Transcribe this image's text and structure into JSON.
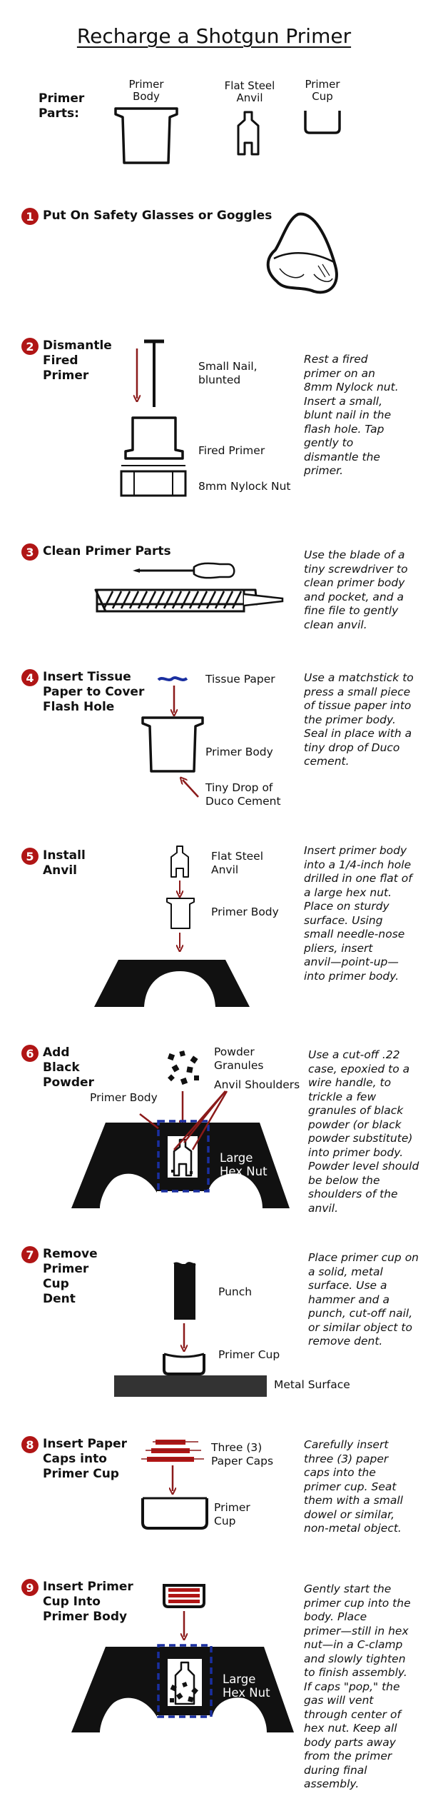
{
  "title": "Recharge a Shotgun Primer",
  "parts": {
    "label": "Primer\nParts:",
    "items": [
      {
        "name": "Primer\nBody"
      },
      {
        "name": "Flat Steel\nAnvil"
      },
      {
        "name": "Primer\nCup"
      }
    ]
  },
  "steps": [
    {
      "number": "1",
      "title": "Put On Safety Glasses or Goggles"
    },
    {
      "number": "2",
      "title": "Dismantle\nFired\nPrimer",
      "labels": {
        "nail": "Small Nail,\nblunted",
        "primer": "Fired Primer",
        "nut": "8mm Nylock Nut"
      },
      "description": "Rest a fired\nprimer on an\n8mm Nylock nut.\nInsert a small,\nblunt nail in the\nflash hole. Tap\ngently to\ndismantle the\nprimer."
    },
    {
      "number": "3",
      "title": "Clean Primer Parts",
      "description": "Use the blade of a\ntiny screwdriver to\nclean primer body\nand pocket, and a\nfine file to gently\nclean anvil."
    },
    {
      "number": "4",
      "title": "Insert Tissue\nPaper to Cover\nFlash Hole",
      "labels": {
        "tissue": "Tissue Paper",
        "body": "Primer Body",
        "cement": "Tiny Drop of\nDuco Cement"
      },
      "description": "Use a matchstick to\npress a small piece\nof tissue paper into\nthe primer body.\nSeal in place with a\ntiny drop of Duco\ncement."
    },
    {
      "number": "5",
      "title": "Install\nAnvil",
      "labels": {
        "anvil": "Flat Steel\nAnvil",
        "body": "Primer Body"
      },
      "description": "Insert primer body\ninto a 1/4-inch hole\ndrilled in one flat of\na large hex nut.\nPlace on sturdy\nsurface. Using\nsmall needle-nose\npliers, insert\nanvil—point-up—\ninto primer body."
    },
    {
      "number": "6",
      "title": "Add\nBlack\nPowder",
      "labels": {
        "granules": "Powder\nGranules",
        "shoulders": "Anvil Shoulders",
        "body": "Primer Body",
        "hex": "Large\nHex Nut"
      },
      "description": "Use a cut-off .22\ncase, epoxied to a\nwire handle, to\ntrickle a few\ngranules of black\npowder (or black\npowder substitute)\ninto primer body.\nPowder level should\nbe below the\nshoulders of the\nanvil."
    },
    {
      "number": "7",
      "title": "Remove\nPrimer\nCup\nDent",
      "labels": {
        "punch": "Punch",
        "cup": "Primer Cup",
        "surface": "Metal Surface"
      },
      "description": "Place primer cup on\na solid, metal\nsurface. Use a\nhammer and a\npunch, cut-off nail,\nor similar object to\nremove dent."
    },
    {
      "number": "8",
      "title": "Insert Paper\nCaps into\nPrimer Cup",
      "labels": {
        "caps": "Three (3)\nPaper Caps",
        "cup": "Primer\nCup"
      },
      "description": "Carefully insert\nthree (3) paper\ncaps into the\nprimer cup. Seat\nthem with a small\ndowel or similar,\nnon-metal object."
    },
    {
      "number": "9",
      "title": "Insert Primer\nCup Into\nPrimer Body",
      "labels": {
        "hex": "Large\nHex Nut"
      },
      "description": "Gently start the\nprimer cup into the\nbody. Place\nprimer—still in hex\nnut—in a C-clamp\nand slowly tighten\nto finish assembly.\nIf caps \"pop,\" the\ngas will vent\nthrough center of\nhex nut. Keep all\nbody parts away\nfrom the primer\nduring final\nassembly."
    }
  ],
  "colors": {
    "accent": "#b01515",
    "arrow": "#8b1a1a",
    "dash": "#1a2fa0",
    "black": "#111111"
  }
}
